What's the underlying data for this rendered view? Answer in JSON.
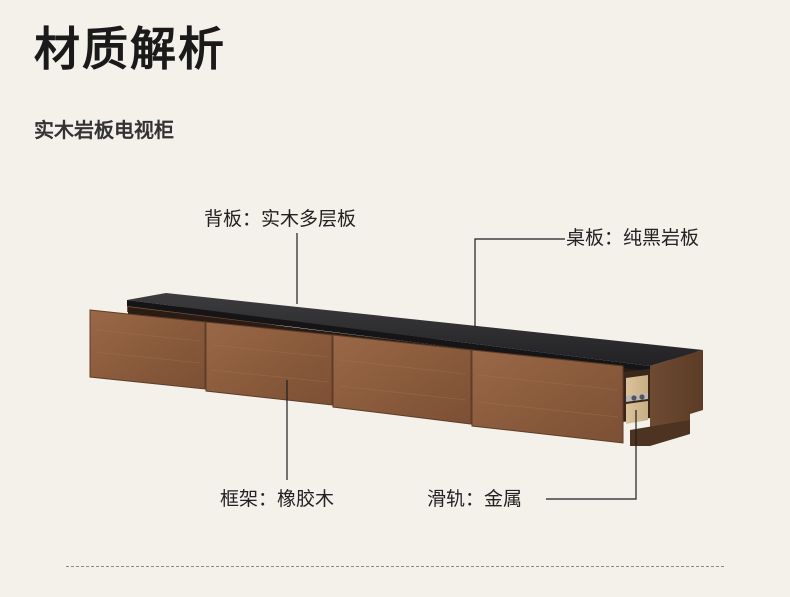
{
  "header": {
    "title": "材质解析",
    "subtitle": "实木岩板电视柜"
  },
  "callouts": {
    "back_panel": "背板：实木多层板",
    "top_panel": "桌板：纯黑岩板",
    "frame": "框架：橡胶木",
    "slide": "滑轨：金属"
  },
  "colors": {
    "background": "#f4f0ea",
    "wood": "#8c5d3d",
    "stone_top": "#2b2b2d"
  }
}
